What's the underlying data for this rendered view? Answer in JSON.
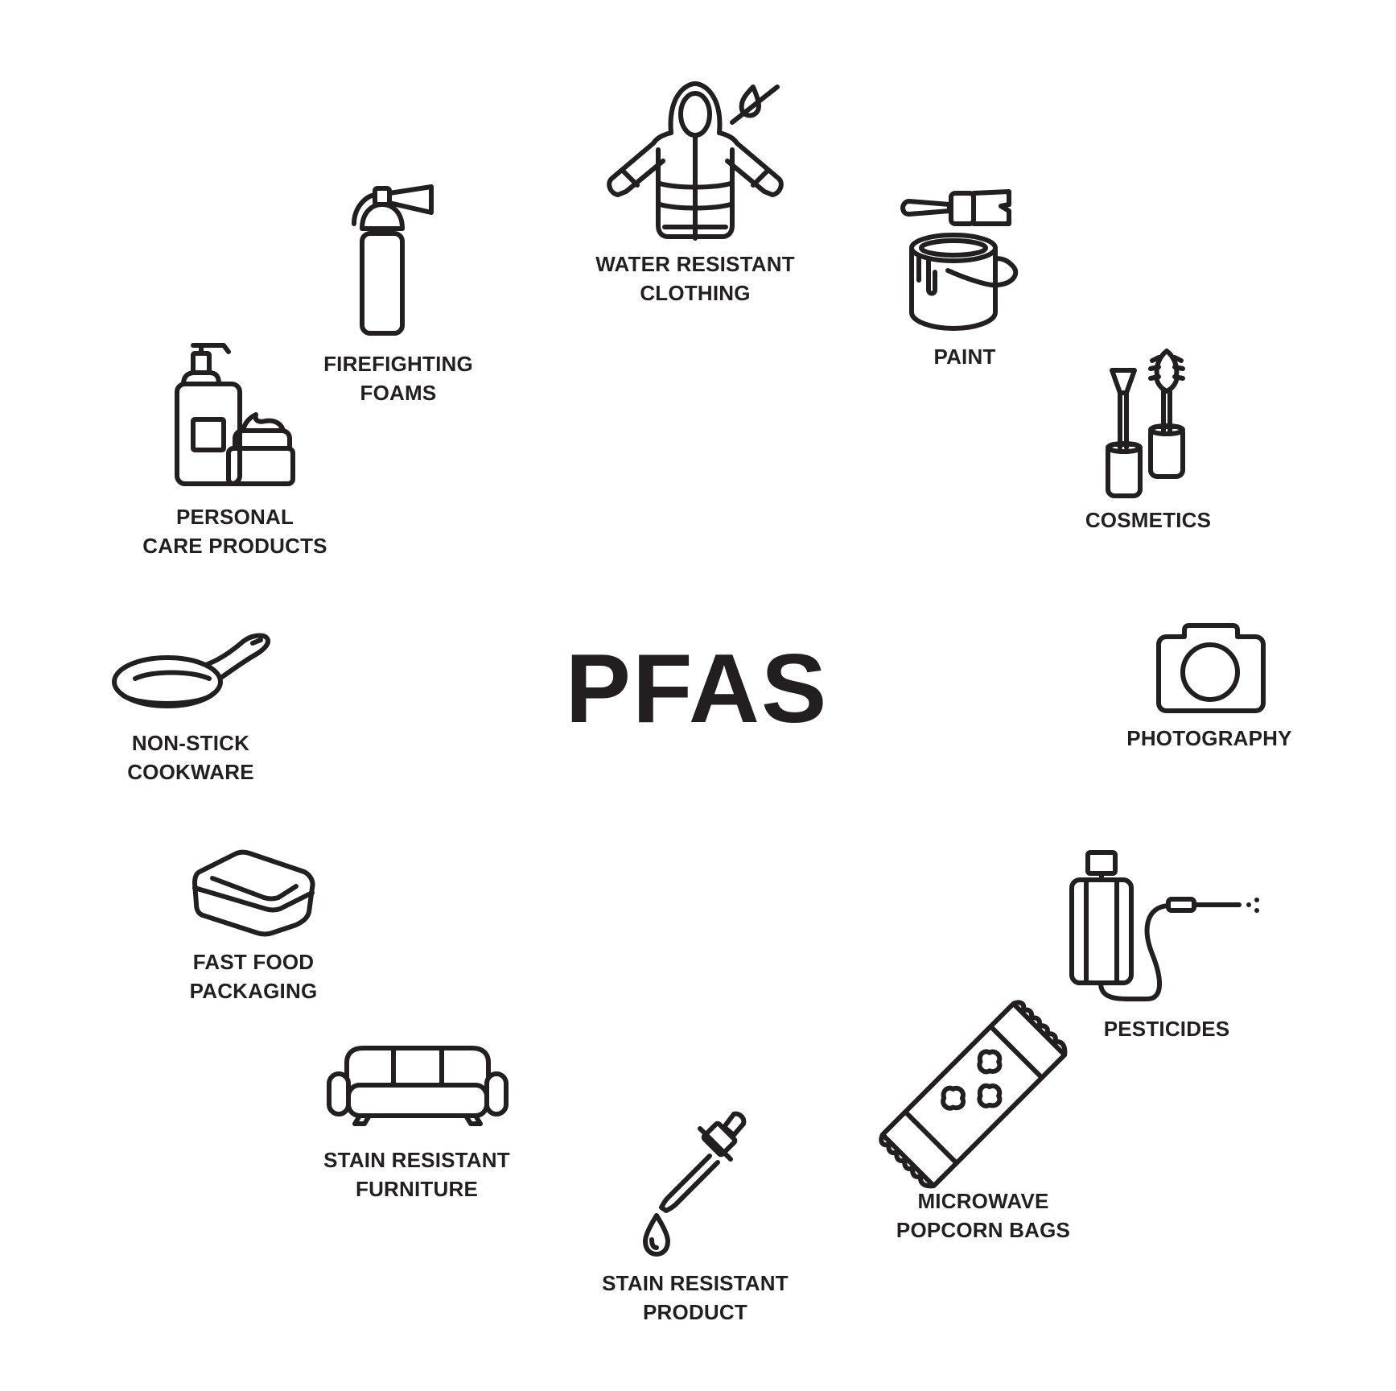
{
  "title": "PFAS",
  "items": [
    {
      "id": "water-resistant-clothing",
      "icon": "hooded-jacket-icon",
      "lines": [
        "WATER RESISTANT",
        "CLOTHING"
      ]
    },
    {
      "id": "paint",
      "icon": "paint-can-brush-icon",
      "lines": [
        "PAINT"
      ]
    },
    {
      "id": "cosmetics",
      "icon": "cosmetics-mascara-icon",
      "lines": [
        "COSMETICS"
      ]
    },
    {
      "id": "photography",
      "icon": "camera-icon",
      "lines": [
        "PHOTOGRAPHY"
      ]
    },
    {
      "id": "pesticides",
      "icon": "pesticide-sprayer-icon",
      "lines": [
        "PESTICIDES"
      ]
    },
    {
      "id": "microwave-popcorn-bags",
      "icon": "popcorn-bag-icon",
      "lines": [
        "MICROWAVE",
        "POPCORN BAGS"
      ]
    },
    {
      "id": "stain-resistant-product",
      "icon": "dropper-icon",
      "lines": [
        "STAIN RESISTANT",
        "PRODUCT"
      ]
    },
    {
      "id": "stain-resistant-furniture",
      "icon": "sofa-icon",
      "lines": [
        "STAIN RESISTANT",
        "FURNITURE"
      ]
    },
    {
      "id": "fast-food-packaging",
      "icon": "food-container-icon",
      "lines": [
        "FAST FOOD",
        "PACKAGING"
      ]
    },
    {
      "id": "non-stick-cookware",
      "icon": "frying-pan-icon",
      "lines": [
        "NON-STICK",
        "COOKWARE"
      ]
    },
    {
      "id": "personal-care-products",
      "icon": "lotion-bottle-icon",
      "lines": [
        "PERSONAL",
        "CARE PRODUCTS"
      ]
    },
    {
      "id": "firefighting-foams",
      "icon": "fire-extinguisher-icon",
      "lines": [
        "FIREFIGHTING",
        "FOAMS"
      ]
    }
  ],
  "colors": {
    "ink": "#231f20",
    "background": "#ffffff"
  }
}
